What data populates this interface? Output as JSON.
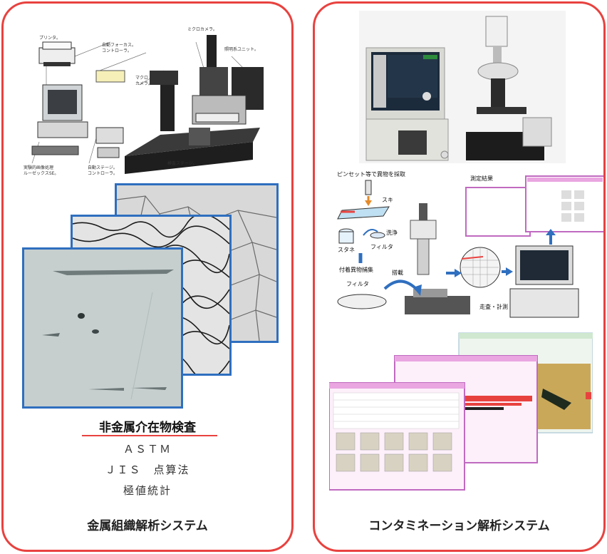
{
  "left_panel": {
    "inspection_title": "非金属介在物検査",
    "methods": [
      "ＡＳＴＭ",
      "ＪＩＳ　点算法",
      "極値統計"
    ],
    "caption": "金属組織解析システム",
    "diagram_labels": {
      "printer": "プリンタ。",
      "auto_focus": "自動フォーカス。\nコントローラ。",
      "micro_camera": "ミクロカメラ。",
      "macro_camera": "マクロ\nカメラ。",
      "objective_unit": "照明系ユニット。",
      "stage": "検査ステージ。",
      "image_processing": "実験的画像処理\nルーゼックスSE。",
      "auto_stage": "自動ステージ。\nコントローラ。"
    }
  },
  "right_panel": {
    "caption": "コンタミネーション解析システム",
    "flow_labels": {
      "measurement_result": "測定結果",
      "particle_collection": "付着異物捕集",
      "filter": "フィルタ",
      "mounting": "搭載",
      "scan_measure": "走査・計測",
      "flow_head": "ピンセット等で異物を採取",
      "sheet": "スキ",
      "solvent": "洗浄",
      "beaker": "スタネ",
      "filter_small": "フィルタ"
    }
  },
  "colors": {
    "panel_border": "#e8423f",
    "micro_frame": "#2f6fbf",
    "screen_pink": "#e9a6e0",
    "arrow_blue": "#2f6fbf"
  },
  "icons": [
    "microscope-icon",
    "computer-icon",
    "printer-icon",
    "monitor-icon",
    "arrow-icon"
  ]
}
